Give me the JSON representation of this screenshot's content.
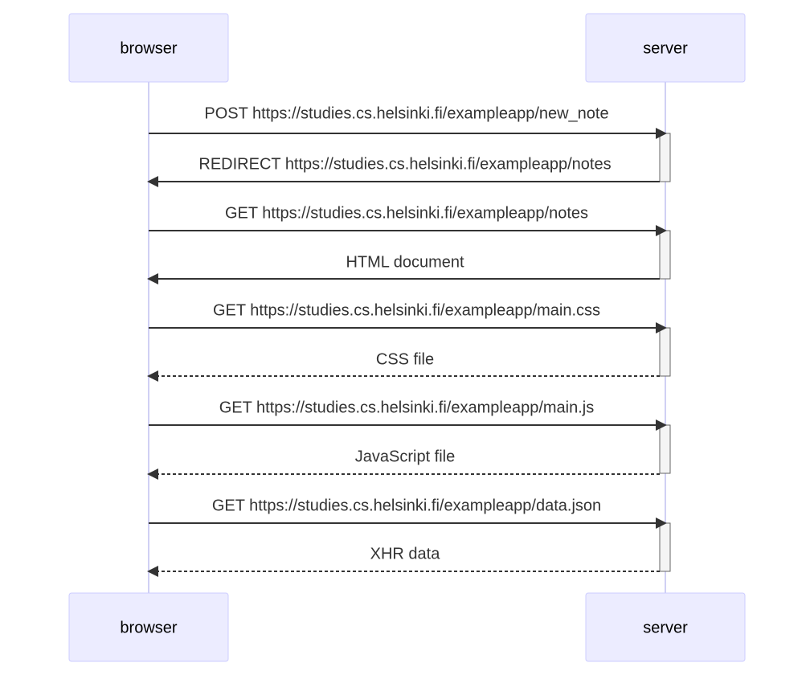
{
  "diagram": {
    "type": "sequence",
    "colors": {
      "actor_fill": "#ececff",
      "actor_border": "#ccccff",
      "lifeline": "#d0d0f4",
      "message": "#333333",
      "activation_fill": "#f4f4f4"
    },
    "participants": [
      {
        "id": "browser",
        "label": "browser"
      },
      {
        "id": "server",
        "label": "server"
      }
    ],
    "messages": [
      {
        "from": "browser",
        "to": "server",
        "label": "POST https://studies.cs.helsinki.fi/exampleapp/new_note",
        "style": "solid"
      },
      {
        "from": "server",
        "to": "browser",
        "label": "REDIRECT https://studies.cs.helsinki.fi/exampleapp/notes",
        "style": "solid"
      },
      {
        "from": "browser",
        "to": "server",
        "label": "GET https://studies.cs.helsinki.fi/exampleapp/notes",
        "style": "solid"
      },
      {
        "from": "server",
        "to": "browser",
        "label": "HTML document",
        "style": "solid"
      },
      {
        "from": "browser",
        "to": "server",
        "label": "GET https://studies.cs.helsinki.fi/exampleapp/main.css",
        "style": "solid"
      },
      {
        "from": "server",
        "to": "browser",
        "label": "CSS file",
        "style": "dashed"
      },
      {
        "from": "browser",
        "to": "server",
        "label": "GET https://studies.cs.helsinki.fi/exampleapp/main.js",
        "style": "solid"
      },
      {
        "from": "server",
        "to": "browser",
        "label": "JavaScript file",
        "style": "dashed"
      },
      {
        "from": "browser",
        "to": "server",
        "label": "GET https://studies.cs.helsinki.fi/exampleapp/data.json",
        "style": "solid"
      },
      {
        "from": "server",
        "to": "browser",
        "label": "XHR data",
        "style": "dashed"
      }
    ]
  }
}
